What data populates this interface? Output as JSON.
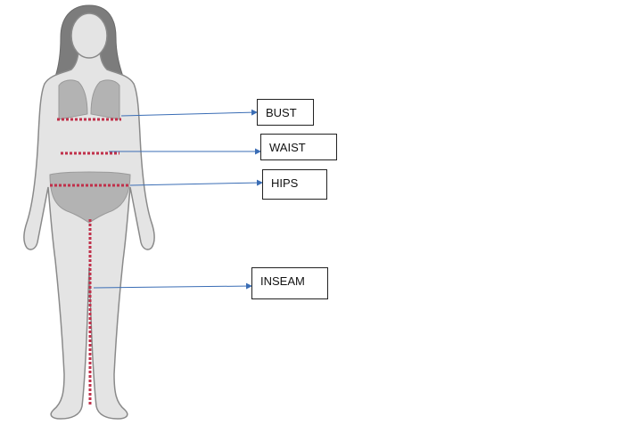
{
  "labels": {
    "bust": "BUST",
    "waist": "WAIST",
    "hips": "HIPS",
    "inseam": "INSEAM"
  },
  "colors": {
    "measure_line": "#c0304a",
    "pointer_line": "#3a6db5",
    "body_fill": "#e4e4e4",
    "body_stroke": "#8a8a8a",
    "hair": "#7c7c7c",
    "underwear": "#b3b3b3"
  }
}
